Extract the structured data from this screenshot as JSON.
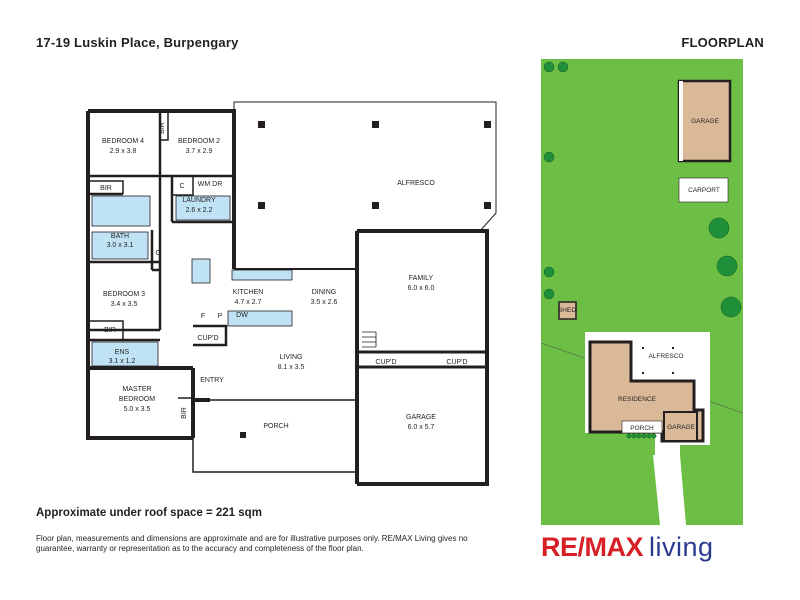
{
  "header": {
    "address": "17-19 Luskin Place, Burpengary",
    "section": "FLOORPLAN"
  },
  "floorplan": {
    "rooms": {
      "alfresco": {
        "name": "ALFRESCO"
      },
      "bedroom4": {
        "name": "BEDROOM 4",
        "dims": "2.9 x 3.8"
      },
      "bedroom2": {
        "name": "BEDROOM 2",
        "dims": "3.7 x 2.9"
      },
      "laundry": {
        "name": "LAUNDRY",
        "dims": "2.6 x 2.2"
      },
      "bath": {
        "name": "BATH",
        "dims": "3.0 x 3.1"
      },
      "bedroom3": {
        "name": "BEDROOM 3",
        "dims": "3.4 x 3.5"
      },
      "kitchen": {
        "name": "KITCHEN",
        "dims": "4.7 x 2.7"
      },
      "dining": {
        "name": "DINING",
        "dims": "3.5 x 2.6"
      },
      "family": {
        "name": "FAMILY",
        "dims": "6.0 x 6.0"
      },
      "ens": {
        "name": "ENS",
        "dims": "3.1 x 1.2"
      },
      "living": {
        "name": "LIVING",
        "dims": "8.1 x 3.5"
      },
      "master": {
        "name": "MASTER",
        "name2": "BEDROOM",
        "dims": "5.0 x 3.5"
      },
      "garage": {
        "name": "GARAGE",
        "dims": "6.0 x 5.7"
      },
      "porch": {
        "name": "PORCH"
      },
      "entry": {
        "name": "ENTRY"
      }
    },
    "labels": {
      "bir": "BIR",
      "c": "C",
      "wm_dr": "WM DR",
      "cupd": "CUP'D",
      "f": "F",
      "p": "P",
      "dw": "DW"
    }
  },
  "siteplan": {
    "garage": "GARAGE",
    "carport": "CARPORT",
    "shed": "SHED",
    "alfresco": "ALFRESCO",
    "residence": "RESIDENCE",
    "porch": "PORCH",
    "garage2": "GARAGE",
    "colors": {
      "lawn": "#6cbf44",
      "building": "#d9b998",
      "tree": "#1f8f3a"
    }
  },
  "footer": {
    "area": "Approximate under roof space = 221 sqm",
    "disclaimer": "Floor plan, measurements and dimensions are approximate and are for illustrative purposes only. RE/MAX Living gives no guarantee, warranty or representation as to the accuracy and completeness of the floor plan.",
    "logo_remax": "RE/MAX",
    "logo_living": "living",
    "colors": {
      "remax": "#d71f26",
      "living": "#2b3a8f"
    }
  }
}
